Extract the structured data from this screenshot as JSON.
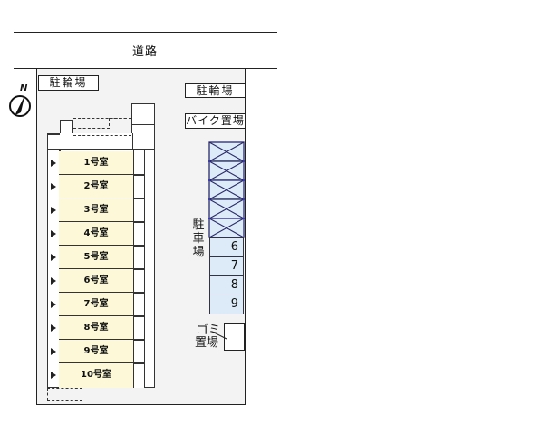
{
  "road": {
    "label": "道路"
  },
  "compass": {
    "label": "N"
  },
  "labels": {
    "bicycle_parking_left": "駐輪場",
    "bicycle_parking_right": "駐輪場",
    "motorbike_parking": "バイク置場",
    "car_parking_vertical": [
      "駐",
      "車",
      "場"
    ],
    "garbage_vertical": [
      "ゴミ",
      "置場"
    ]
  },
  "rooms": [
    {
      "label": "1号室"
    },
    {
      "label": "2号室"
    },
    {
      "label": "3号室"
    },
    {
      "label": "4号室"
    },
    {
      "label": "5号室"
    },
    {
      "label": "6号室"
    },
    {
      "label": "7号室"
    },
    {
      "label": "8号室"
    },
    {
      "label": "9号室"
    },
    {
      "label": "10号室"
    }
  ],
  "parking_spaces": {
    "unavailable_count": 5,
    "numbered": [
      "6",
      "7",
      "8",
      "9"
    ]
  },
  "colors": {
    "room_fill": "#fcf8d8",
    "parking_fill": "#dcebf7",
    "site_fill": "#f3f3f3",
    "cross_line": "#2a2a6a"
  }
}
